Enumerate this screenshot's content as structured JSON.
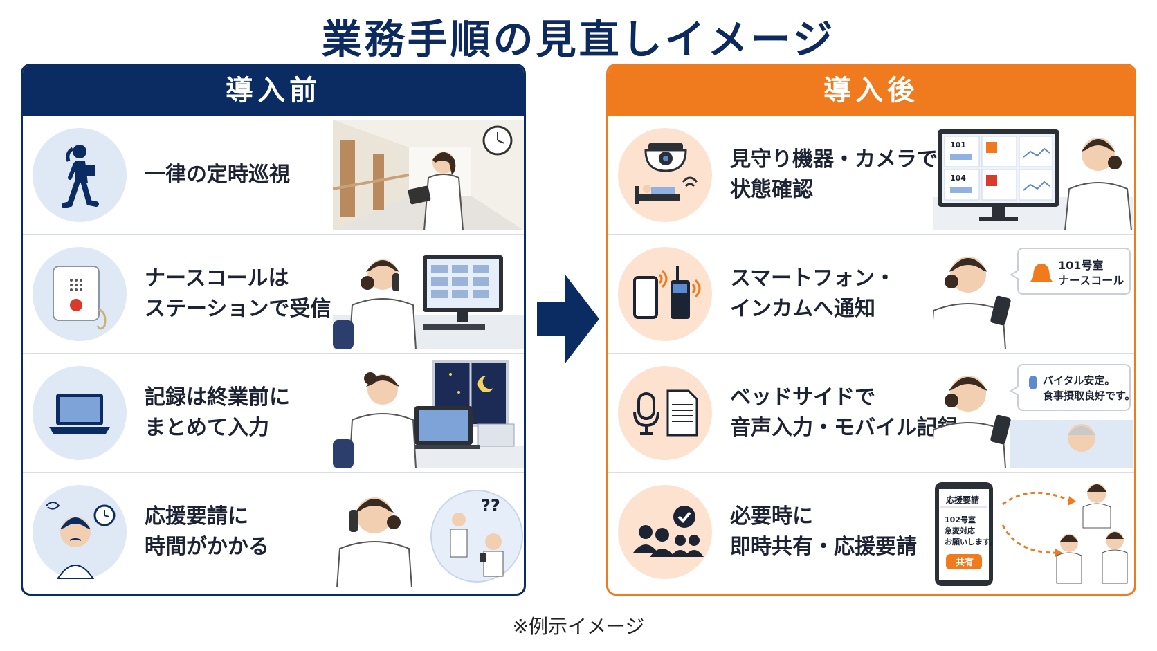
{
  "title": "業務手順の見直しイメージ",
  "before": {
    "header": "導入前",
    "rows": [
      {
        "line1": "一律の定時巡視",
        "line2": ""
      },
      {
        "line1": "ナースコールは",
        "line2": "ステーションで受信"
      },
      {
        "line1": "記録は終業前に",
        "line2": "まとめて入力"
      },
      {
        "line1": "応援要請に",
        "line2": "時間がかかる"
      }
    ],
    "question_marks": "??"
  },
  "after": {
    "header": "導入後",
    "rows": [
      {
        "line1": "見守り機器・カメラで",
        "line2": "状態確認"
      },
      {
        "line1": "スマートフォン・",
        "line2": "インカムへ通知"
      },
      {
        "line1": "ベッドサイドで",
        "line2": "音声入力・モバイル記録"
      },
      {
        "line1": "必要時に",
        "line2": "即時共有・応援要請"
      }
    ],
    "monitor_rooms": [
      "101",
      "104"
    ],
    "call_bubble": {
      "line1": "101号室",
      "line2": "ナースコール"
    },
    "voice_bubble": {
      "line1": "バイタル安定。",
      "line2": "食事摂取良好です。"
    },
    "phone_screen": {
      "header": "応援要請",
      "line1": "102号室",
      "line2": "急変対応",
      "line3": "お願いします。",
      "button": "共有"
    }
  },
  "footnote": "※例示イメージ",
  "colors": {
    "navy": "#0b2b63",
    "orange": "#f07a1e",
    "before_circle": "#dfe8f5",
    "after_circle": "#fde3cf"
  }
}
